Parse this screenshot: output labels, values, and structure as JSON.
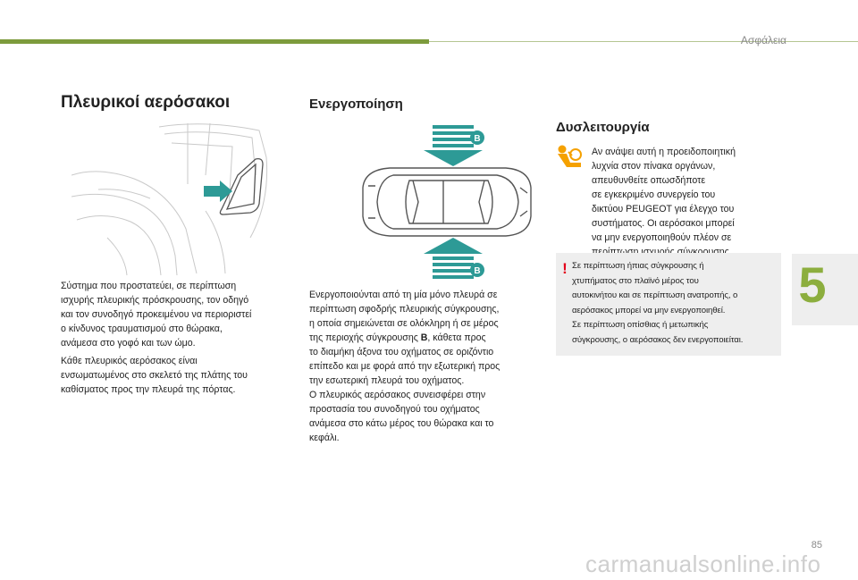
{
  "header": {
    "section": "Ασφάλεια",
    "accent_color": "#7d9b3c"
  },
  "left": {
    "title": "Πλευρικοί αερόσακοι",
    "p1": [
      "Σύστημα που προστατεύει, σε περίπτωση",
      "ισχυρής πλευρικής πρόσκρουσης, τον οδηγό",
      "και τον συνοδηγό προκειμένου να περιοριστεί",
      "ο κίνδυνος τραυματισμού στο θώρακα,",
      "ανάμεσα στο γοφό και των ώμο."
    ],
    "p2": [
      "Κάθε πλευρικός αερόσακος είναι",
      "ενσωματωμένος στο σκελετό της πλάτης του",
      "καθίσματος προς την πλευρά της πόρτας."
    ]
  },
  "middle": {
    "title": "Ενεργοποίηση",
    "label_b": "B",
    "p1": [
      "Ενεργοποιούνται από τη μία μόνο πλευρά σε",
      "περίπτωση σφοδρής πλευρικής σύγκρουσης,",
      "η οποία σημειώνεται σε ολόκληρη ή σε μέρος",
      "της περιοχής σύγκρουσης "
    ],
    "p1_bold": "B",
    "p1_end": ", κάθετα προς",
    "p2": [
      "το διαμήκη άξονα του οχήματος σε οριζόντιο",
      "επίπεδο και με φορά από την εξωτερική προς",
      "την εσωτερική πλευρά του οχήματος.",
      "Ο πλευρικός αερόσακος συνεισφέρει στην",
      "προστασία του συνοδηγού του οχήματος",
      "ανάμεσα στο κάτω μέρος του θώρακα και το",
      "κεφάλι."
    ]
  },
  "right": {
    "title": "Δυσλειτουργία",
    "warning_color": "#f5a100",
    "text": [
      "Αν ανάψει αυτή η προειδοποιητική",
      "λυχνία στον πίνακα οργάνων,",
      "απευθυνθείτε οπωσδήποτε",
      "σε εγκεκριμένο συνεργείο του",
      "δικτύου PEUGEOT για έλεγχο του",
      "συστήματος. Οι αερόσακοι μπορεί",
      "να μην ενεργοποιηθούν πλέον σε",
      "περίπτωση ισχυρής σύγκρουσης."
    ],
    "note_mark": "!",
    "note": [
      "Σε περίπτωση ήπιας σύγκρουσης ή",
      "χτυπήματος στο πλαϊνό μέρος του",
      "αυτοκινήτου και σε περίπτωση ανατροπής, ο",
      "αερόσακος μπορεί να μην ενεργοποιηθεί.",
      "Σε περίπτωση οπίσθιας ή μετωπικής",
      "σύγκρουσης, ο αερόσακος δεν ενεργοποιείται."
    ]
  },
  "chapter_tab": "5",
  "page_number": "85",
  "watermark": "carmanualsonline.info"
}
